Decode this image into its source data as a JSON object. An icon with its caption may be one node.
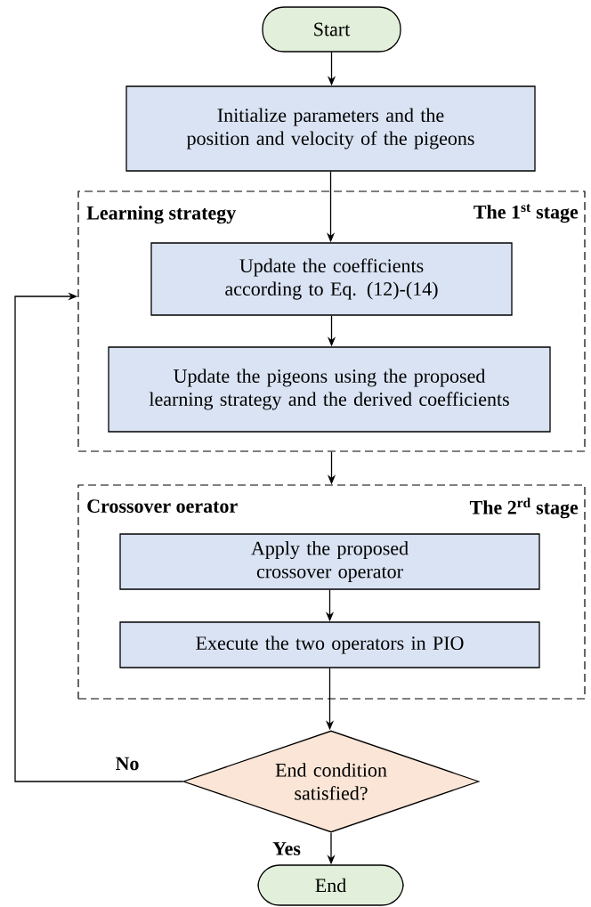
{
  "diagram": {
    "nodes": [
      {
        "text": [
          "Start"
        ]
      },
      {
        "text": [
          "Initialize parameters and the position and velocity of the pigeons"
        ]
      },
      {
        "text": [
          "Learning strategy",
          "The 1$^{st}$ stage"
        ]
      },
      {
        "text": [
          "Update the coefficients according to Eq. (12)-(14)"
        ],
        "in": 2
      },
      {
        "text": [
          "Update the pigeons using the proposed learning strategy and the derived coefficients"
        ],
        "in": 2
      },
      {
        "text": [
          "Crossover oerator",
          "The 2$^{rd}$ stage"
        ]
      },
      {
        "text": [
          "Apply the proposed crossover operator"
        ],
        "in": 5
      },
      {
        "text": [
          "Execute the two operators in PIO"
        ],
        "in": 5
      },
      {
        "text": [
          "End condition satisfied?"
        ]
      },
      {
        "text": [
          "End"
        ]
      }
    ],
    "edges": [
      {
        "from": 0,
        "to": 1,
        "arrow": "to"
      },
      {
        "from": 1,
        "to": 3,
        "arrow": "to"
      },
      {
        "from": 3,
        "to": 4,
        "arrow": "to"
      },
      {
        "from": 2,
        "to": 5,
        "arrow": "to"
      },
      {
        "from": 6,
        "to": 7,
        "arrow": "to"
      },
      {
        "from": 7,
        "to": 8,
        "arrow": "to"
      },
      {
        "from": 8,
        "to": 2,
        "arrow": "to",
        "label": "No"
      },
      {
        "from": 8,
        "to": 9,
        "arrow": "to",
        "label": "Yes"
      }
    ]
  }
}
